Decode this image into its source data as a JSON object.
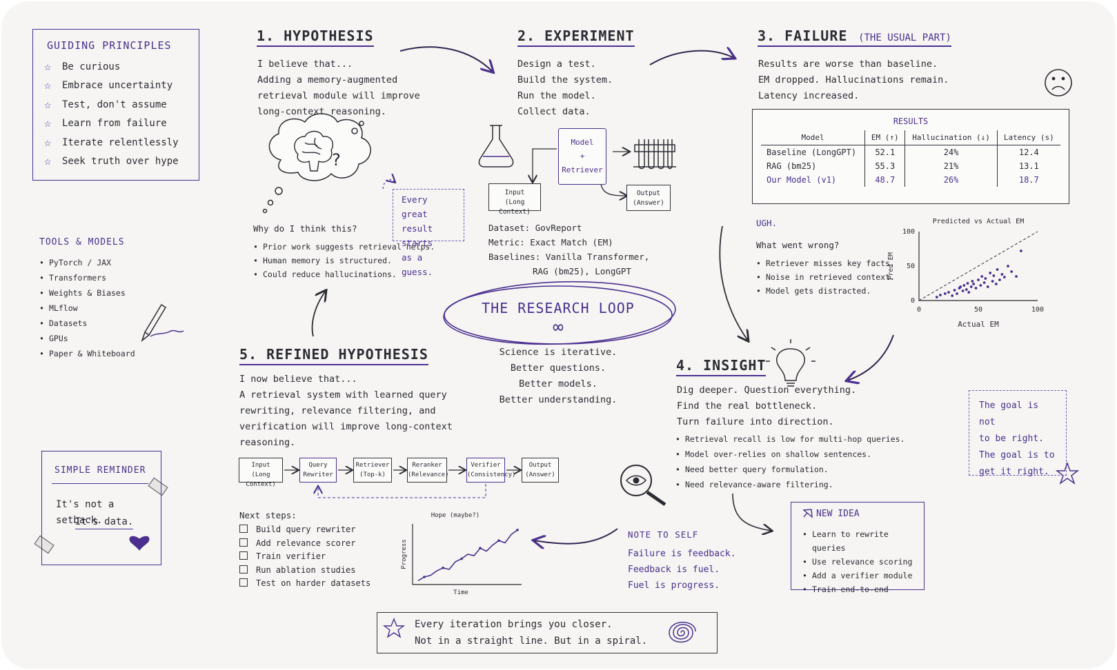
{
  "principles": {
    "title": "GUIDING PRINCIPLES",
    "items": [
      "Be curious",
      "Embrace uncertainty",
      "Test, don't assume",
      "Learn from failure",
      "Iterate relentlessly",
      "Seek truth over hype"
    ]
  },
  "tools": {
    "title": "TOOLS & MODELS",
    "items": [
      "PyTorch / JAX",
      "Transformers",
      "Weights & Biases",
      "MLflow",
      "Datasets",
      "GPUs",
      "Paper & Whiteboard"
    ]
  },
  "reminder": {
    "title": "SIMPLE REMINDER",
    "line1": "It's not a setback.",
    "line2": "It's data."
  },
  "hypothesis": {
    "title": "1. HYPOTHESIS",
    "lines": [
      "I believe that...",
      "Adding a memory-augmented",
      "retrieval module will improve",
      "long-context reasoning."
    ],
    "why": "Why do I think this?",
    "reasons": [
      "Prior work suggests retrieval helps.",
      "Human memory is structured.",
      "Could reduce hallucinations."
    ],
    "note": [
      "Every great",
      "result starts",
      "as a guess."
    ]
  },
  "experiment": {
    "title": "2. EXPERIMENT",
    "lines": [
      "Design a test.",
      "Build the system.",
      "Run the model.",
      "Collect data."
    ],
    "model_box": [
      "Model",
      "+",
      "Retriever"
    ],
    "input_box": [
      "Input",
      "(Long Context)"
    ],
    "output_box": [
      "Output",
      "(Answer)"
    ],
    "dataset": "Dataset: GovReport",
    "metric": "Metric: Exact Match (EM)",
    "baselines": "Baselines: Vanilla Transformer,",
    "baselines2": "RAG (bm25), LongGPT"
  },
  "failure": {
    "title": "3. FAILURE",
    "subtitle": "(THE USUAL PART)",
    "lines": [
      "Results are worse than baseline.",
      "EM dropped. Hallucinations remain.",
      "Latency increased."
    ],
    "table": {
      "title": "RESULTS",
      "headers": [
        "Model",
        "EM (↑)",
        "Hallucination (↓)",
        "Latency (s)"
      ],
      "rows": [
        [
          "Baseline (LongGPT)",
          "52.1",
          "24%",
          "12.4"
        ],
        [
          "RAG (bm25)",
          "55.3",
          "21%",
          "13.1"
        ],
        [
          "Our Model (v1)",
          "48.7",
          "26%",
          "18.7"
        ]
      ]
    },
    "ugh": "UGH.",
    "wrong": "What went wrong?",
    "reasons": [
      "Retriever misses key facts.",
      "Noise in retrieved context.",
      "Model gets distracted."
    ]
  },
  "loop": {
    "title": "THE RESEARCH LOOP",
    "symbol": "∞",
    "lines": [
      "Science is iterative.",
      "Better questions.",
      "Better models.",
      "Better understanding."
    ]
  },
  "insight": {
    "title": "4. INSIGHT",
    "lines": [
      "Dig deeper. Question everything.",
      "Find the real bottleneck.",
      "Turn failure into direction."
    ],
    "bullets": [
      "Retrieval recall is low for multi-hop queries.",
      "Model over-relies on shallow sentences.",
      "Need better query formulation.",
      "Need relevance-aware filtering."
    ]
  },
  "goal": {
    "lines": [
      "The goal is not",
      "to be right.",
      "The goal is to",
      "get it right."
    ]
  },
  "refined": {
    "title": "5. REFINED HYPOTHESIS",
    "lines": [
      "I now believe that...",
      "A retrieval system with learned query",
      "rewriting, relevance filtering, and",
      "verification will improve long-context",
      "reasoning."
    ],
    "pipeline": [
      [
        "Input",
        "(Long Context)"
      ],
      [
        "Query",
        "Rewriter"
      ],
      [
        "Retriever",
        "(Top-k)"
      ],
      [
        "Reranker",
        "(Relevance)"
      ],
      [
        "Verifier",
        "(Consistency)"
      ],
      [
        "Output",
        "(Answer)"
      ]
    ],
    "next_title": "Next steps:",
    "next": [
      "Build query rewriter",
      "Add relevance scorer",
      "Train verifier",
      "Run ablation studies",
      "Test on harder datasets"
    ]
  },
  "note_self": {
    "title": "NOTE TO SELF",
    "lines": [
      "Failure is feedback.",
      "Feedback is fuel.",
      "Fuel is progress."
    ]
  },
  "new_idea": {
    "title": "NEW IDEA",
    "items": [
      "Learn to rewrite queries",
      "Use relevance scoring",
      "Add a verifier module",
      "Train end-to-end"
    ]
  },
  "footer": {
    "line1": "Every iteration brings you closer.",
    "line2": "Not in a straight line. But in a spiral."
  },
  "colors": {
    "accent": "#4a2f8f",
    "ink": "#2b2b33",
    "paper": "#f6f5f3"
  },
  "chart_data": [
    {
      "type": "scatter",
      "title": "Predicted vs Actual EM",
      "xlabel": "Actual EM",
      "ylabel": "Pred EM",
      "xlim": [
        0,
        100
      ],
      "ylim": [
        0,
        100
      ],
      "xticks": [
        0,
        50,
        100
      ],
      "yticks": [
        0,
        50,
        100
      ],
      "reference_line": "y = x",
      "x": [
        15,
        18,
        22,
        25,
        28,
        30,
        32,
        34,
        35,
        37,
        38,
        40,
        41,
        42,
        44,
        45,
        46,
        48,
        50,
        52,
        53,
        55,
        56,
        58,
        60,
        62,
        63,
        65,
        66,
        68,
        70,
        72,
        75,
        78,
        82,
        86
      ],
      "y": [
        5,
        8,
        10,
        12,
        7,
        15,
        10,
        18,
        20,
        14,
        22,
        16,
        25,
        12,
        20,
        28,
        24,
        18,
        30,
        22,
        35,
        26,
        32,
        20,
        40,
        28,
        36,
        24,
        45,
        30,
        38,
        34,
        50,
        42,
        35,
        72
      ]
    },
    {
      "type": "line",
      "title": "Hope (maybe?)",
      "xlabel": "Time",
      "ylabel": "Progress",
      "x": [
        0,
        1,
        2,
        3,
        4,
        5,
        6,
        7,
        8,
        9,
        10,
        11,
        12,
        13,
        14,
        15,
        16
      ],
      "y": [
        5,
        10,
        12,
        18,
        22,
        20,
        30,
        34,
        40,
        38,
        48,
        44,
        52,
        58,
        55,
        66,
        72
      ]
    }
  ]
}
